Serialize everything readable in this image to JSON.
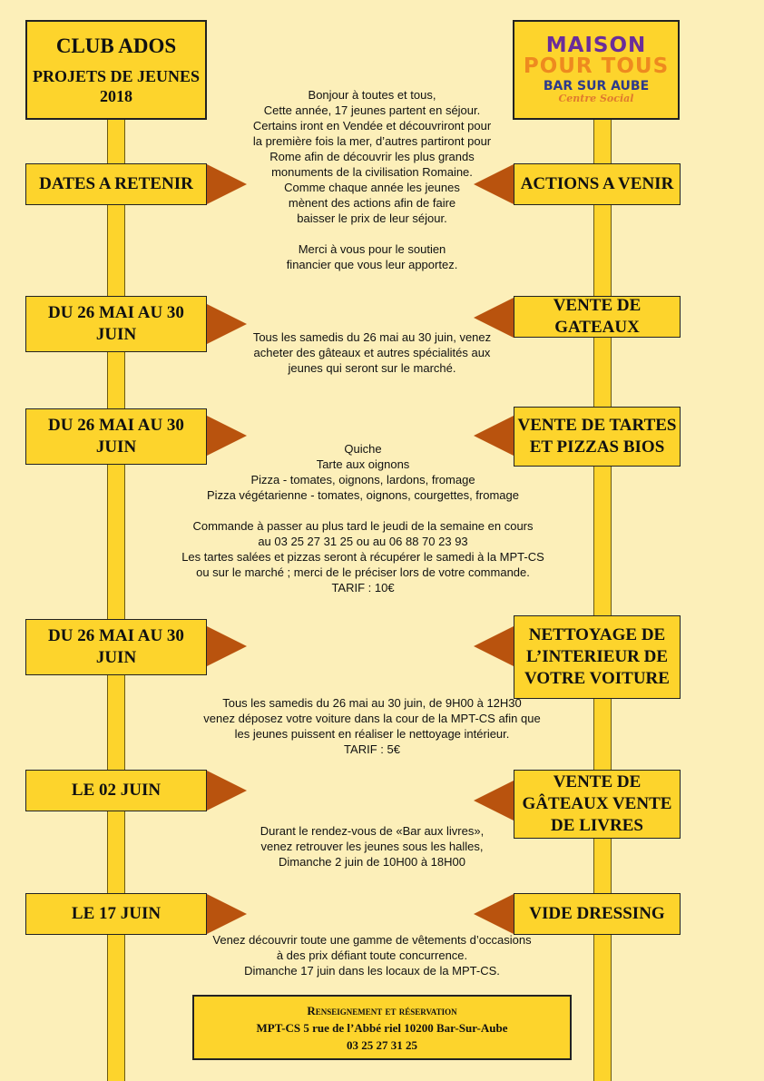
{
  "header": {
    "title": "CLUB ADOS",
    "subtitle": "PROJETS DE JEUNES",
    "year": "2018"
  },
  "logo": {
    "line1": "MAISON",
    "line2": "POUR TOUS",
    "line3": "BAR SUR AUBE",
    "line4": "Centre Social"
  },
  "sections": [
    {
      "left": "DATES A RETENIR",
      "right": "ACTIONS A VENIR",
      "text": "Bonjour à toutes et tous,\nCette année, 17 jeunes partent en séjour.\nCertains iront en Vendée et découvriront pour\nla première fois la mer,  d’autres partiront pour\nRome afin de découvrir les plus grands\nmonuments de la civilisation Romaine.\nComme chaque année les jeunes\nmènent des actions afin de faire\nbaisser le prix de leur séjour.\n\nMerci à vous pour le soutien\nfinancier que vous leur apportez."
    },
    {
      "left": "DU 26 MAI AU 30 JUIN",
      "right": "VENTE DE GATEAUX",
      "text": "Tous les samedis du 26 mai au 30 juin, venez\nacheter des gâteaux et autres spécialités aux\njeunes qui seront sur le marché."
    },
    {
      "left": "DU 26 MAI AU 30 JUIN",
      "right": "VENTE DE TARTES ET PIZZAS BIOS",
      "text": "Quiche\nTarte aux oignons\nPizza - tomates, oignons, lardons, fromage\nPizza végétarienne - tomates, oignons, courgettes, fromage\n\nCommande à passer au plus tard le jeudi de la semaine en cours\nau 03 25 27 31 25 ou au 06 88 70 23 93\nLes tartes salées et pizzas seront à récupérer le samedi à la MPT-CS\nou sur le marché ; merci de le préciser lors de votre commande.\nTARIF : 10€"
    },
    {
      "left": "DU 26 MAI AU 30 JUIN",
      "right": "NETTOYAGE DE L’INTERIEUR DE VOTRE VOITURE",
      "text": "Tous les samedis du 26 mai au 30 juin, de 9H00 à 12H30\nvenez déposez votre voiture dans la cour de la MPT-CS afin que\nles jeunes puissent en réaliser le nettoyage intérieur.\nTARIF : 5€"
    },
    {
      "left": "LE 02 JUIN",
      "right": "VENTE DE GÂTEAUX VENTE DE LIVRES",
      "text": "Durant le rendez-vous de «Bar aux livres»,\nvenez retrouver les jeunes sous les halles,\nDimanche  2 juin de 10H00  à 18H00"
    },
    {
      "left": "LE 17 JUIN",
      "right": "VIDE DRESSING",
      "text": "Venez découvrir toute une gamme de vêtements d’occasions\nà des prix défiant toute concurrence.\nDimanche 17 juin dans les locaux de la MPT-CS."
    }
  ],
  "footer": {
    "line1": "Renseignement et réservation",
    "line2": "MPT-CS 5 rue de l’Abbé riel 10200 Bar-Sur-Aube",
    "line3": "03 25 27 31 25"
  }
}
